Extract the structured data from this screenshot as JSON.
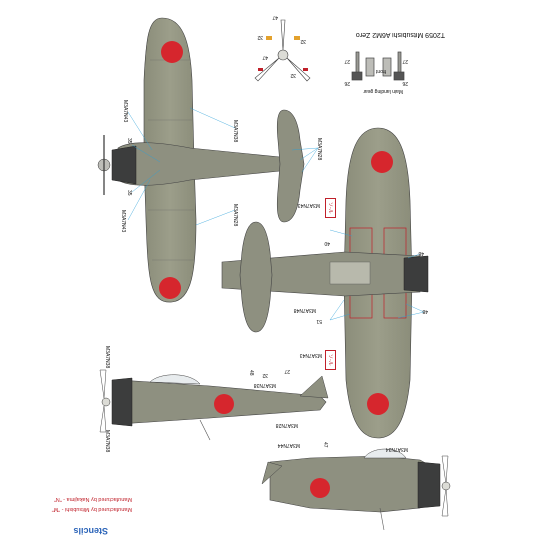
{
  "title": "T2059 Mitsubishi A6M2 Zero",
  "brand": "Stencils",
  "manufacturer": {
    "line1": "Manufactured by Mitsubishi - \"M\"",
    "line2": "Manufactured by Nakajima - \"N\""
  },
  "gear": {
    "caption": "Main landing gear",
    "front": "front",
    "n1": "27",
    "n2": "26",
    "n3": "27",
    "n4": "26"
  },
  "prop": {
    "n1": "47",
    "n2": "32",
    "n3": "32",
    "n4": "47",
    "n5": "32"
  },
  "top_view": {
    "r1": "M3A7N43",
    "n1": "35",
    "n2": "35",
    "r2": "M3A7N43",
    "r3": "M3A7N38",
    "r4": "M3A7N28",
    "r5": "M3A7N28"
  },
  "bottom_view": {
    "stencil1": "ソ-ル",
    "r1": "M3A7N43",
    "n1": "40",
    "n2": "48",
    "r2": "M3A7N48",
    "n3": "51",
    "n4": "48",
    "stencil2": "ソ-ル",
    "r3": "M3A7N43"
  },
  "side_view_1": {
    "r1": "M3A7N38",
    "n1": "48",
    "n2": "27",
    "n3": "32",
    "r2": "M3A7N38",
    "r3": "M3A7N38",
    "r4": "M3A7N28"
  },
  "side_view_2": {
    "n1": "47",
    "r1": "M3A7N44",
    "r2": "M3A7N34"
  },
  "colors": {
    "aircraft_grey": "#8e9080",
    "cowling": "#3c3d3d",
    "hinomaru_red": "#d6262d",
    "leader_lines": "#2aa0d8",
    "brand_blue": "#2a63b8",
    "manufacturer_red": "#c0202a"
  }
}
